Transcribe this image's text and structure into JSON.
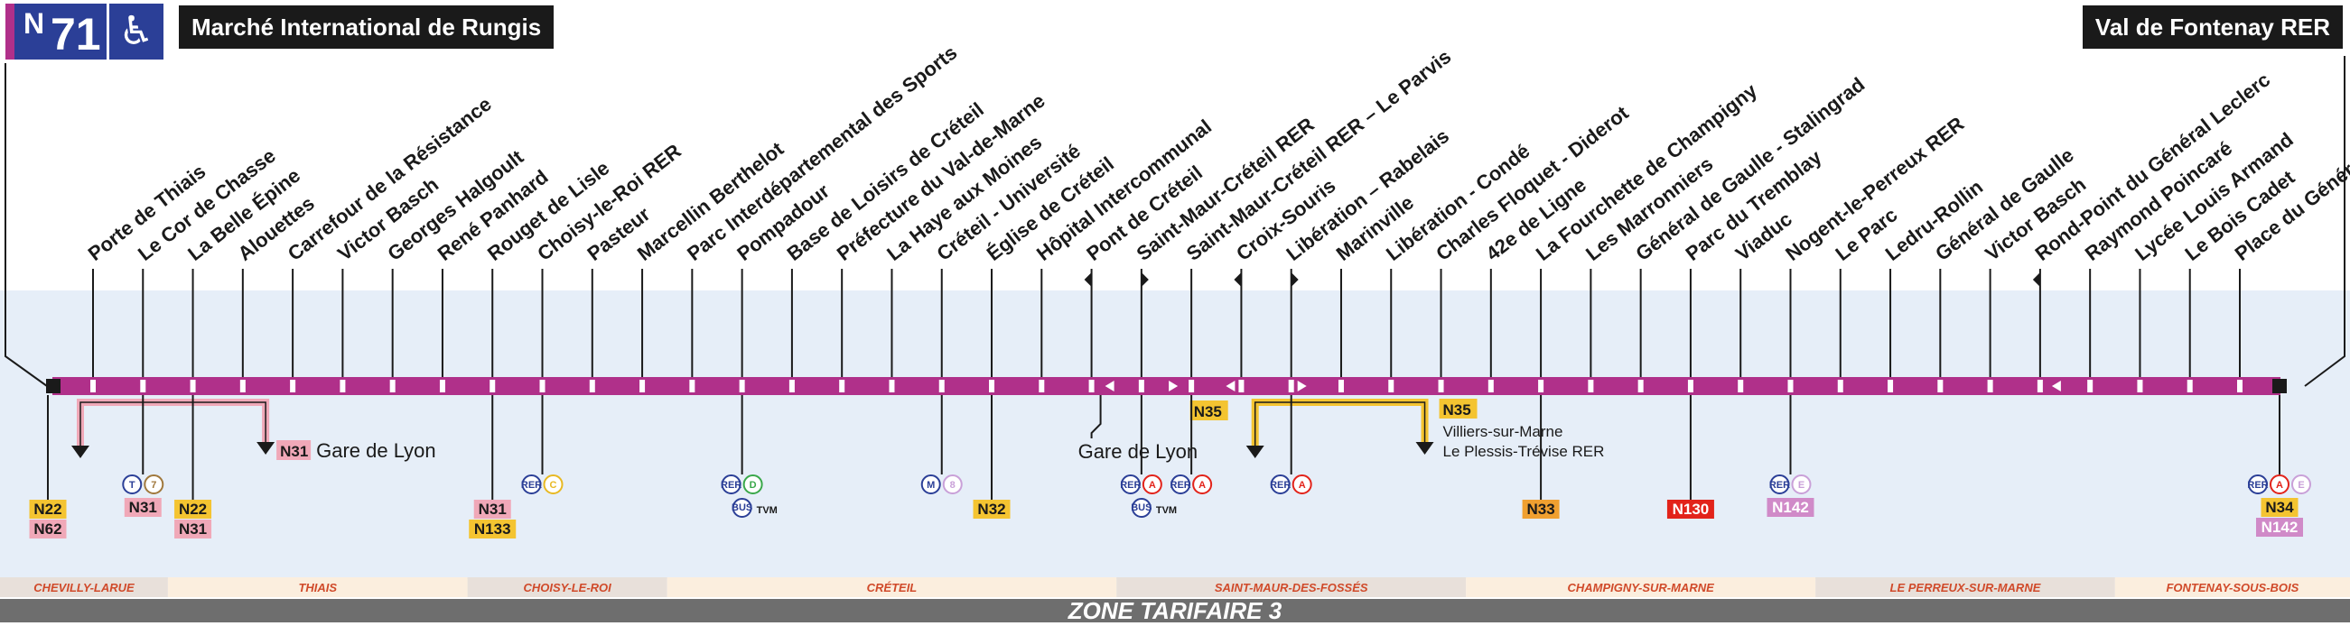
{
  "line": {
    "prefix": "N",
    "number": "71",
    "accessible_icon": "wheelchair-icon",
    "color": "#b0308a",
    "logo_color": "#2b3f97"
  },
  "terminus": {
    "left": "Marché International de Rungis",
    "right": "Val de Fontenay RER"
  },
  "stops": [
    {
      "name": "Porte de Thiais",
      "tags": [
        "N22",
        "N62"
      ],
      "tag_colors": [
        "yellow",
        "pink"
      ]
    },
    {
      "name": "Le Cor de Chasse",
      "tags": [
        "N31"
      ],
      "tag_colors": [
        "pink"
      ],
      "circles": [
        {
          "t": "T",
          "c": "#2b3f97"
        },
        {
          "t": "7",
          "c": "#a0783c"
        }
      ]
    },
    {
      "name": "La Belle Épine",
      "tags": [
        "N22",
        "N31"
      ],
      "tag_colors": [
        "yellow",
        "pink"
      ]
    },
    {
      "name": "Alouettes"
    },
    {
      "name": "Carrefour de la Résistance"
    },
    {
      "name": "Victor Basch"
    },
    {
      "name": "Georges Halgoult"
    },
    {
      "name": "René Panhard"
    },
    {
      "name": "Rouget de Lisle",
      "tags": [
        "N31",
        "N133"
      ],
      "tag_colors": [
        "pink",
        "yellow"
      ]
    },
    {
      "name": "Choisy-le-Roi RER",
      "circles": [
        {
          "t": "RER",
          "c": "#2b3f97"
        },
        {
          "t": "C",
          "c": "#e8b923"
        }
      ]
    },
    {
      "name": "Pasteur"
    },
    {
      "name": "Marcellin Berthelot"
    },
    {
      "name": "Parc Interdépartemental des Sports"
    },
    {
      "name": "Pompadour",
      "circles": [
        {
          "t": "RER",
          "c": "#2b3f97"
        },
        {
          "t": "D",
          "c": "#3aa84a"
        },
        {
          "t": "BUS",
          "c": "#2b3f97"
        }
      ],
      "service": "TVM"
    },
    {
      "name": "Base de Loisirs de Créteil"
    },
    {
      "name": "Préfecture du Val-de-Marne"
    },
    {
      "name": "La Haye aux Moines"
    },
    {
      "name": "Créteil - Université",
      "circles": [
        {
          "t": "M",
          "c": "#2b3f97"
        },
        {
          "t": "8",
          "c": "#c9a0d8"
        }
      ]
    },
    {
      "name": "Église de Créteil",
      "tags": [
        "N32"
      ],
      "tag_colors": [
        "yellow"
      ]
    },
    {
      "name": "Hôpital Intercommunal"
    },
    {
      "name": "Pont de Créteil"
    },
    {
      "name": "Saint-Maur-Créteil RER",
      "circles": [
        {
          "t": "RER",
          "c": "#2b3f97"
        },
        {
          "t": "A",
          "c": "#e2231a"
        },
        {
          "t": "BUS",
          "c": "#2b3f97"
        }
      ],
      "service": "TVM"
    },
    {
      "name": "Saint-Maur-Créteil RER – Le Parvis",
      "circles": [
        {
          "t": "RER",
          "c": "#2b3f97"
        },
        {
          "t": "A",
          "c": "#e2231a"
        }
      ]
    },
    {
      "name": "Croix-Souris"
    },
    {
      "name": "Libération – Rabelais",
      "circles": [
        {
          "t": "RER",
          "c": "#2b3f97"
        },
        {
          "t": "A",
          "c": "#e2231a"
        }
      ]
    },
    {
      "name": "Marinville"
    },
    {
      "name": "Libération - Condé"
    },
    {
      "name": "Charles Floquet - Diderot"
    },
    {
      "name": "42e de Ligne"
    },
    {
      "name": "La Fourchette de Champigny",
      "tags": [
        "N33"
      ],
      "tag_colors": [
        "orange"
      ]
    },
    {
      "name": "Les Marronniers"
    },
    {
      "name": "Général de Gaulle - Stalingrad"
    },
    {
      "name": "Parc du Tremblay",
      "tags": [
        "N130"
      ],
      "tag_colors": [
        "red"
      ]
    },
    {
      "name": "Viaduc"
    },
    {
      "name": "Nogent-le-Perreux RER",
      "tags": [
        "N142"
      ],
      "tag_colors": [
        "lilac"
      ],
      "circles": [
        {
          "t": "RER",
          "c": "#2b3f97"
        },
        {
          "t": "E",
          "c": "#c9a0d8"
        }
      ]
    },
    {
      "name": "Le Parc"
    },
    {
      "name": "Ledru-Rollin"
    },
    {
      "name": "Général de Gaulle"
    },
    {
      "name": "Victor Basch"
    },
    {
      "name": "Rond-Point du Général Leclerc"
    },
    {
      "name": "Raymond Poincaré"
    },
    {
      "name": "Lycée Louis Armand"
    },
    {
      "name": "Le Bois Cadet"
    },
    {
      "name": "Place du Général de Gaulle"
    }
  ],
  "final_tags": {
    "tags": [
      "N34",
      "N142"
    ],
    "tag_colors": [
      "yellow",
      "lilac"
    ],
    "circles": [
      {
        "t": "RER",
        "c": "#2b3f97"
      },
      {
        "t": "A",
        "c": "#e2231a"
      },
      {
        "t": "E",
        "c": "#c9a0d8"
      }
    ]
  },
  "connections": {
    "gare_de_lyon_left": {
      "tag": "N31",
      "label": "Gare de Lyon"
    },
    "gare_de_lyon_mid": {
      "label": "Gare de Lyon"
    },
    "n35_left_tag": "N35",
    "n35_right": {
      "tag": "N35",
      "label1": "Villiers-sur-Marne",
      "label2": "Le Plessis-Trévise RER"
    }
  },
  "zones": [
    {
      "name": "CHEVILLY-LARUE",
      "from": 0,
      "to": 1.5,
      "bg": "#e8e0da"
    },
    {
      "name": "THIAIS",
      "from": 1.5,
      "to": 7.5,
      "bg": "#fbeede"
    },
    {
      "name": "CHOISY-LE-ROI",
      "from": 7.5,
      "to": 11.5,
      "bg": "#e8e0da"
    },
    {
      "name": "CRÉTEIL",
      "from": 11.5,
      "to": 20.5,
      "bg": "#fbeede"
    },
    {
      "name": "SAINT-MAUR-DES-FOSSÉS",
      "from": 20.5,
      "to": 27.5,
      "bg": "#e8e0da"
    },
    {
      "name": "CHAMPIGNY-SUR-MARNE",
      "from": 27.5,
      "to": 34.5,
      "bg": "#fbeede"
    },
    {
      "name": "LE PERREUX-SUR-MARNE",
      "from": 34.5,
      "to": 40.5,
      "bg": "#e8e0da"
    },
    {
      "name": "FONTENAY-SOUS-BOIS",
      "from": 40.5,
      "to": 44.5,
      "bg": "#fbeede"
    }
  ],
  "fare_zone": "ZONE TARIFAIRE 3",
  "colors": {
    "yellow": "#f4c431",
    "pink": "#f0a8b8",
    "orange": "#f0a030",
    "red": "#e2231a",
    "lilac": "#d08ac8",
    "band": "#e6eef8",
    "route": "#b0308a"
  }
}
